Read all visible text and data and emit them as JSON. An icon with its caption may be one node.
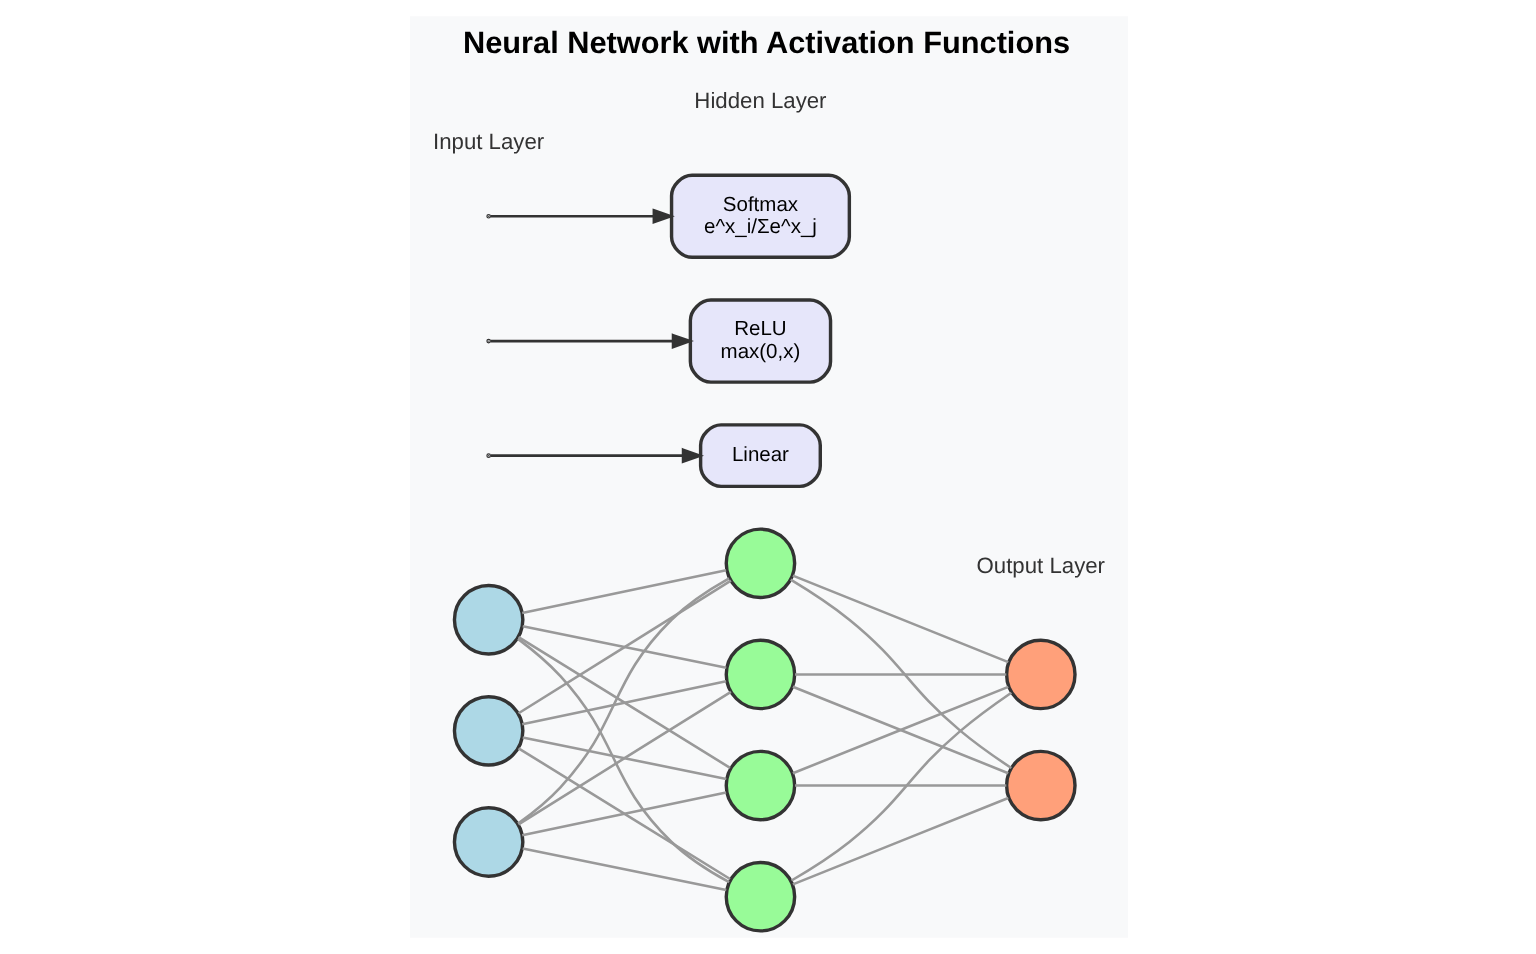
{
  "diagram": {
    "title": "Neural Network with Activation Functions",
    "nodes": [
      {
        "text": [],
        "shape": "circle"
      },
      {
        "text": [],
        "shape": "circle"
      },
      {
        "text": [],
        "shape": "circle"
      },
      {
        "text": [],
        "shape": "circle"
      },
      {
        "text": [],
        "shape": "circle"
      },
      {
        "text": [],
        "shape": "circle"
      },
      {
        "text": [],
        "shape": "circle"
      },
      {
        "text": [],
        "shape": "circle"
      },
      {
        "text": [],
        "shape": "circle"
      },
      {
        "text": [
          "Linear"
        ]
      },
      {
        "text": [
          "ReLU",
          "max(0,x)"
        ]
      },
      {
        "text": [
          "Softmax",
          "e^x_i/Σe^x_j"
        ]
      }
    ],
    "edges": [
      {
        "from": 0,
        "to": 3,
        "arrow": "none"
      },
      {
        "from": 0,
        "to": 4,
        "arrow": "none"
      },
      {
        "from": 0,
        "to": 5,
        "arrow": "none"
      },
      {
        "from": 0,
        "to": 6,
        "arrow": "none"
      },
      {
        "from": 1,
        "to": 3,
        "arrow": "none"
      },
      {
        "from": 1,
        "to": 4,
        "arrow": "none"
      },
      {
        "from": 1,
        "to": 5,
        "arrow": "none"
      },
      {
        "from": 1,
        "to": 6,
        "arrow": "none"
      },
      {
        "from": 2,
        "to": 3,
        "arrow": "none"
      },
      {
        "from": 2,
        "to": 4,
        "arrow": "none"
      },
      {
        "from": 2,
        "to": 5,
        "arrow": "none"
      },
      {
        "from": 2,
        "to": 6,
        "arrow": "none"
      },
      {
        "from": 3,
        "to": 7,
        "arrow": "none"
      },
      {
        "from": 3,
        "to": 8,
        "arrow": "none"
      },
      {
        "from": 4,
        "to": 7,
        "arrow": "none"
      },
      {
        "from": 4,
        "to": 8,
        "arrow": "none"
      },
      {
        "from": 5,
        "to": 7,
        "arrow": "none"
      },
      {
        "from": 5,
        "to": 8,
        "arrow": "none"
      },
      {
        "from": 6,
        "to": 7,
        "arrow": "none"
      },
      {
        "from": 6,
        "to": 8,
        "arrow": "none"
      },
      {
        "from": null,
        "to": 9,
        "arrow": "to",
        "color": "#333333"
      },
      {
        "from": null,
        "to": 10,
        "arrow": "to",
        "color": "#333333"
      },
      {
        "from": null,
        "to": 11,
        "arrow": "to",
        "color": "#333333"
      }
    ],
    "labels": [
      "Input Layer",
      "Hidden Layer",
      "Output Layer"
    ]
  }
}
